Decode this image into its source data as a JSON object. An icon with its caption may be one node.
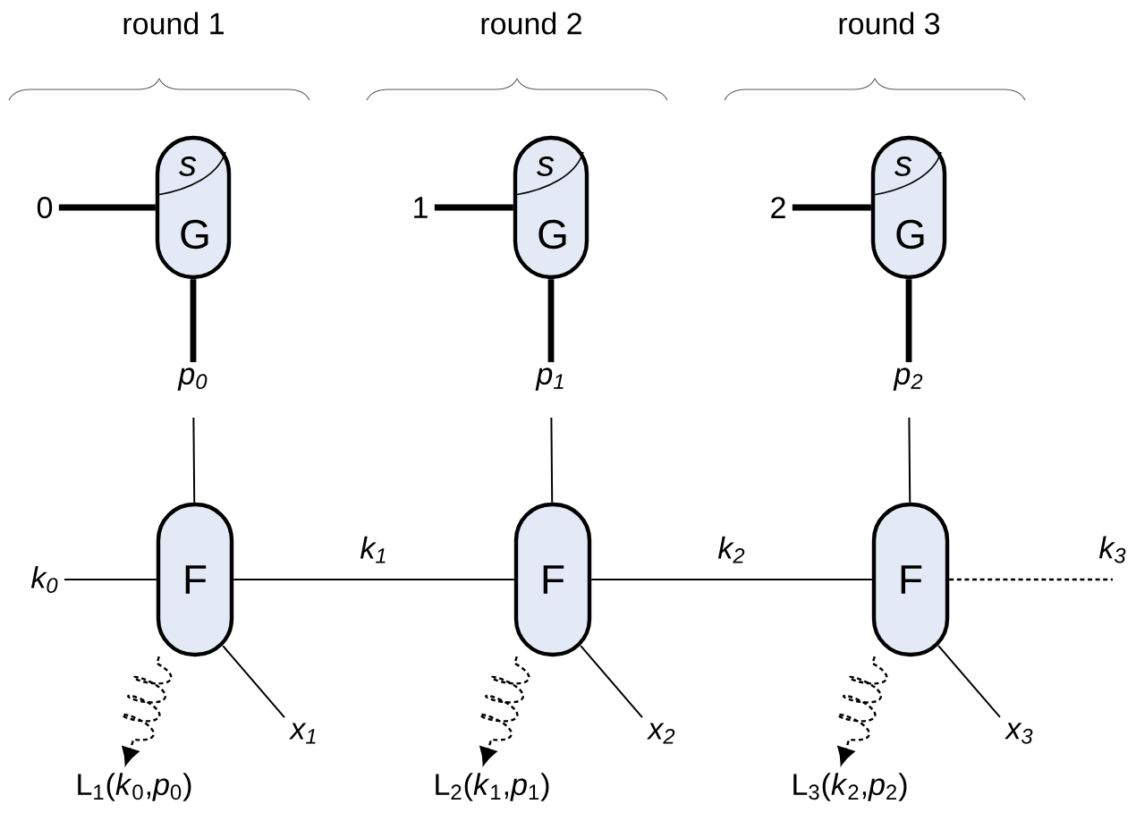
{
  "diagram": {
    "nodes": [
      {
        "text": [
          "0"
        ]
      },
      {
        "text": [
          "s",
          "G"
        ]
      },
      {
        "text": [
          "1"
        ]
      },
      {
        "text": [
          "s",
          "G"
        ]
      },
      {
        "text": [
          "2"
        ]
      },
      {
        "text": [
          "s",
          "G"
        ]
      },
      {
        "text": [
          "p$_{0}$"
        ]
      },
      {
        "text": [
          "p$_{1}$"
        ]
      },
      {
        "text": [
          "p$_{2}$"
        ]
      },
      {
        "text": [
          "k$_{0}$"
        ]
      },
      {
        "text": [
          "F"
        ]
      },
      {
        "text": [
          "F"
        ]
      },
      {
        "text": [
          "F"
        ]
      },
      {
        "text": [
          "x$_{1}$"
        ]
      },
      {
        "text": [
          "x$_{2}$"
        ]
      },
      {
        "text": [
          "x$_{3}$"
        ]
      },
      {
        "text": [
          "L$_{1}$(*k*$_{0}$,*p*$_{0}$)"
        ]
      },
      {
        "text": [
          "L$_{2}$(*k*$_{1}$,*p*$_{1}$)"
        ]
      },
      {
        "text": [
          "L$_{3}$(*k*$_{2}$,*p*$_{2}$)"
        ]
      }
    ],
    "edges": [
      {
        "from": 0,
        "to": 1,
        "arrow": "none",
        "style": "thick"
      },
      {
        "from": 2,
        "to": 3,
        "arrow": "none",
        "style": "thick"
      },
      {
        "from": 4,
        "to": 5,
        "arrow": "none",
        "style": "thick"
      },
      {
        "from": 1,
        "to": 6,
        "arrow": "none",
        "style": "thick"
      },
      {
        "from": 3,
        "to": 7,
        "arrow": "none",
        "style": "thick"
      },
      {
        "from": 5,
        "to": 8,
        "arrow": "none",
        "style": "thick"
      },
      {
        "from": 6,
        "to": 10,
        "arrow": "none"
      },
      {
        "from": 7,
        "to": 11,
        "arrow": "none"
      },
      {
        "from": 8,
        "to": 12,
        "arrow": "none"
      },
      {
        "from": 9,
        "to": 10,
        "arrow": "none"
      },
      {
        "from": 10,
        "to": 11,
        "arrow": "none",
        "label": "k$_{1}$"
      },
      {
        "from": 11,
        "to": 12,
        "arrow": "none",
        "label": "k$_{2}$"
      },
      {
        "from": 12,
        "to": null,
        "arrow": "none",
        "style": "dashed",
        "label": "k$_{3}$"
      },
      {
        "from": 10,
        "to": 13,
        "arrow": "none"
      },
      {
        "from": 11,
        "to": 14,
        "arrow": "none"
      },
      {
        "from": 12,
        "to": 15,
        "arrow": "none"
      },
      {
        "from": 10,
        "to": 16,
        "arrow": "to",
        "style": "dashed"
      },
      {
        "from": 11,
        "to": 17,
        "arrow": "to",
        "style": "dashed"
      },
      {
        "from": 12,
        "to": 18,
        "arrow": "to",
        "style": "dashed"
      }
    ],
    "labels": [
      "round 1",
      "round 2",
      "round 3"
    ]
  }
}
